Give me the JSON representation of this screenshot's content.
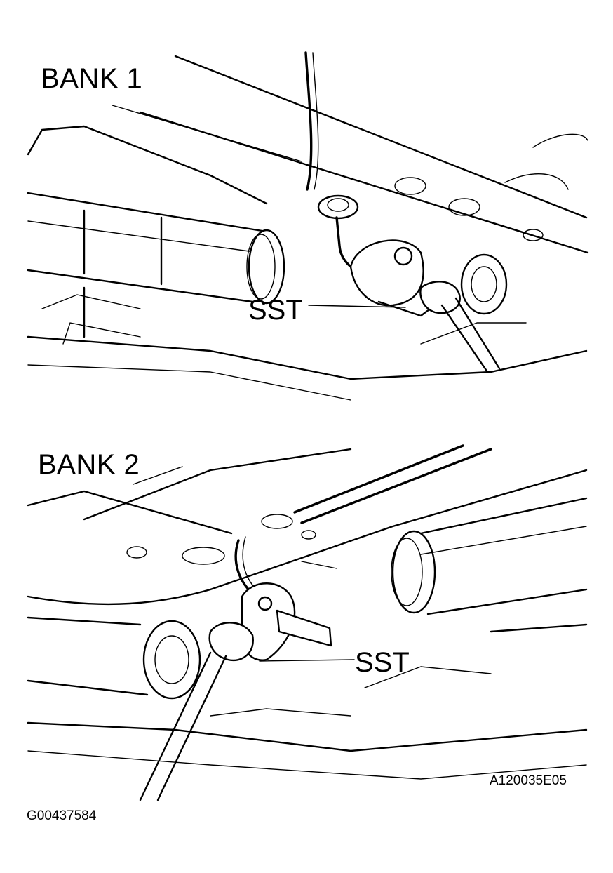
{
  "panels": [
    {
      "title": "BANK 1",
      "tool_label": "SST"
    },
    {
      "title": "BANK 2",
      "tool_label": "SST"
    }
  ],
  "figure_code": "A120035E05",
  "document_code": "G00437584"
}
